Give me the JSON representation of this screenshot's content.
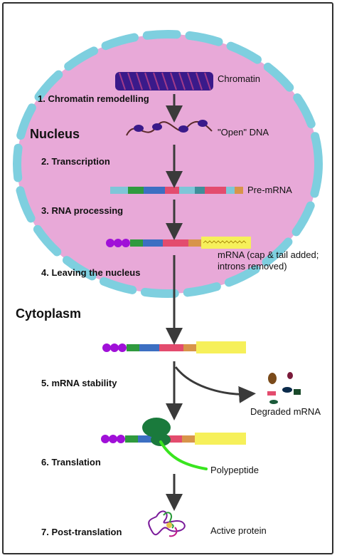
{
  "labels": {
    "nucleus": "Nucleus",
    "cytoplasm": "Cytoplasm"
  },
  "steps": [
    "1. Chromatin remodelling",
    "2. Transcription",
    "3. RNA processing",
    "4. Leaving the nucleus",
    "5. mRNA stability",
    "6. Translation",
    "7. Post-translation"
  ],
  "annotations": {
    "chromatin": "Chromatin",
    "open_dna": "\"Open\" DNA",
    "pre_mrna": "Pre-mRNA",
    "mrna_line1": "mRNA (cap & tail added;",
    "mrna_line2": "introns removed)",
    "degraded": "Degraded mRNA",
    "polypeptide": "Polypeptide",
    "active_protein": "Active protein"
  },
  "colors": {
    "nucleus_fill": "#e8a9d8",
    "nuclear_envelope": "#7ecfdf",
    "chromatin": "#3a1a8a",
    "cap": "#a010d8",
    "polya_tail": "#f6f05a",
    "ribosome": "#1a7a3c",
    "polypeptide": "#39e51f",
    "arrow": "#3a3a3a"
  },
  "mrna_segments": [
    "#7ec6d8",
    "#2f9a3e",
    "#3c6fc2",
    "#e34c6e",
    "#3e8f9a",
    "#d8944a"
  ]
}
